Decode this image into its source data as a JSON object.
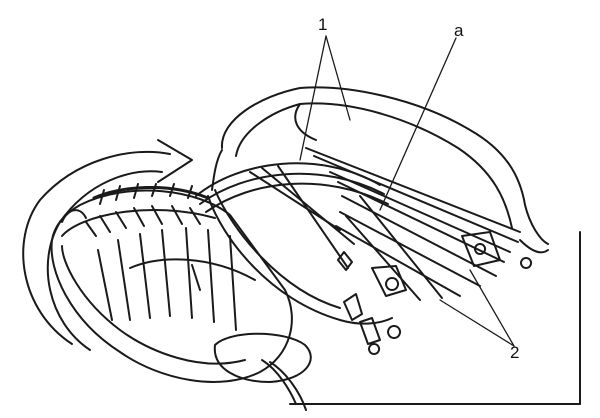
{
  "figure": {
    "labels": {
      "part_1": "1",
      "part_a": "a",
      "part_2": "2"
    }
  }
}
